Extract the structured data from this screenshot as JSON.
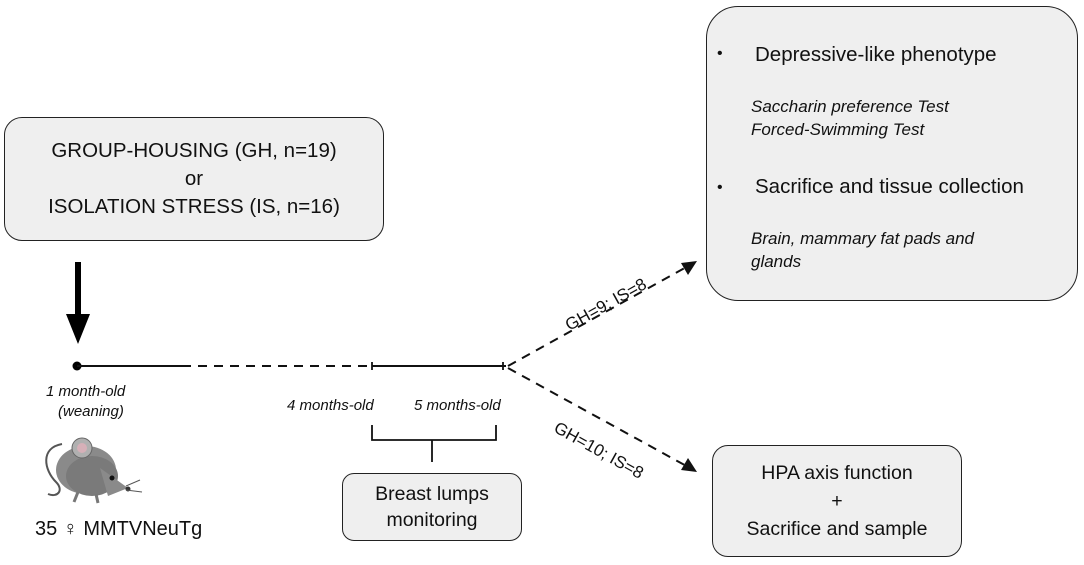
{
  "grouping": {
    "line1": "GROUP-HOUSING (GH, n=19)",
    "line2": "or",
    "line3": "ISOLATION STRESS (IS, n=16)"
  },
  "timeline": {
    "start_label_1": "1 month-old",
    "start_label_2": "(weaning)",
    "mark_4": "4 months-old",
    "mark_5": "5 months-old"
  },
  "lumps": {
    "line1": "Breast lumps",
    "line2": "monitoring"
  },
  "subject": "35 ♀ MMTVNeuTg",
  "branch_upper": "GH=9; IS=8",
  "branch_lower": "GH=10; IS=8",
  "outcome": {
    "bullet_symbol": "•",
    "item1": "Depressive-like phenotype",
    "item1_sub1": "Saccharin preference Test",
    "item1_sub2": "Forced-Swimming Test",
    "item2": "Sacrifice and tissue collection",
    "item2_sub1": "Brain, mammary fat pads and",
    "item2_sub2": "glands"
  },
  "hpa": {
    "line1": "HPA axis function",
    "line2": "+",
    "line3": "Sacrifice and sample"
  },
  "icons": {
    "subject_icon": "mouse-icon"
  }
}
